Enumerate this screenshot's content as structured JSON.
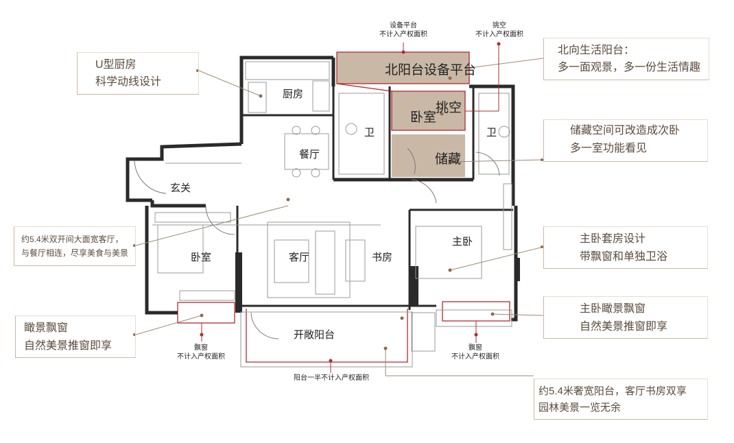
{
  "colors": {
    "accent_red": "#b2282e",
    "highlight_fill": "#c9b8a5",
    "wall": "#2a2a2a",
    "callout_text": "#5a4b3c",
    "callout_border": "#c9b7a2"
  },
  "rooms": {
    "kitchen": "厨房",
    "dining": "餐厅",
    "entrance": "玄关",
    "bath_left": "卫",
    "bath_right": "卫",
    "bedroom_left": "卧室",
    "bedroom_mid": "卧室",
    "bay": "挑空",
    "storage": "储藏",
    "north_balcony": "北阳台设备平台",
    "living": "客厅",
    "study": "书房",
    "master": "主卧",
    "open_balcony": "开敞阳台"
  },
  "notes": {
    "equip_title": "设备平台",
    "equip_sub": "不计入产权面积",
    "bay_title": "挑空",
    "bay_sub": "不计入产权面积",
    "window_left_title": "飘窗",
    "window_left_sub": "不计入产权面积",
    "window_right_title": "飘窗",
    "window_right_sub": "不计入产权面积",
    "balcony_half": "阳台一半不计入产权面积"
  },
  "callouts": {
    "kitchen": {
      "line1": "U型厨房",
      "line2": "科学动线设计"
    },
    "north": {
      "line1": "北向生活阳台：",
      "line2": "多一面观景，多一份生活情趣"
    },
    "storage": {
      "line1": "储藏空间可改造成次卧",
      "line2": "多一室功能看见"
    },
    "living": {
      "line1": "约5.4米双开间大面宽客厅，",
      "line2": "与餐厅相连，尽享美食与美景"
    },
    "master_suite": {
      "line1": "主卧套房设计",
      "line2": "带飘窗和单独卫浴"
    },
    "master_window": {
      "line1": "主卧瞰景飘窗",
      "line2": "自然美景推窗即享"
    },
    "left_window": {
      "line1": "瞰景飘窗",
      "line2": "自然美景推窗即享"
    },
    "balcony": {
      "line1": "约5.4米奢宽阳台，客厅书房双享",
      "line2": "园林美景一览无余"
    }
  }
}
